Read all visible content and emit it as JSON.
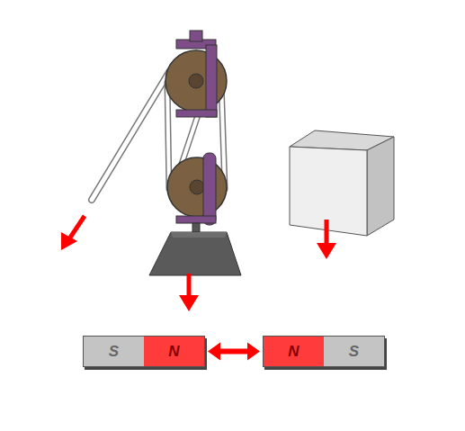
{
  "diagram": {
    "nodes": [
      {
        "text": [
          "S",
          "N"
        ]
      },
      {
        "text": [
          "N",
          "S"
        ]
      }
    ],
    "edges": [
      {
        "from": 0,
        "to": 1,
        "arrow": "both"
      }
    ]
  }
}
